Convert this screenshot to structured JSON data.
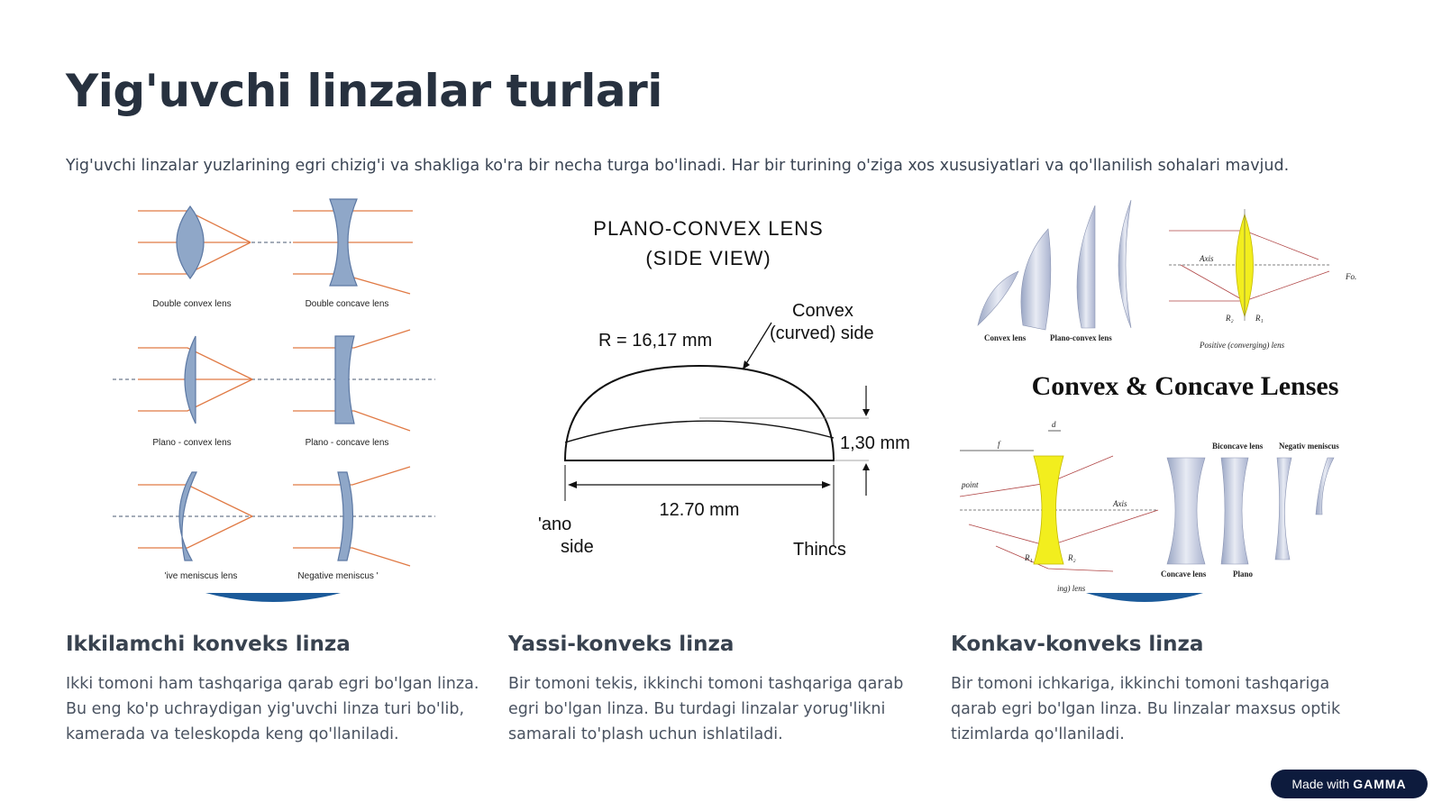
{
  "page": {
    "title": "Yig'uvchi linzalar turlari",
    "subtitle": "Yig'uvchi linzalar yuzlarining egri chizig'i va shakliga ko'ra bir necha turga bo'linadi. Har bir turining o'ziga xos xususiyatlari va qo'llanilish sohalari mavjud."
  },
  "cards": [
    {
      "title": "Ikkilamchi konveks linza",
      "text": "Ikki tomoni ham tashqariga qarab egri bo'lgan linza. Bu eng ko'p uchraydigan yig'uvchi linza turi bo'lib, kamerada va teleskopda keng qo'llaniladi.",
      "figure_labels": {
        "double_convex": "Double convex lens",
        "double_concave": "Double concave lens",
        "plano_convex": "Plano - convex lens",
        "plano_concave": "Plano - concave lens",
        "positive_meniscus": "'ive meniscus lens",
        "negative_meniscus": "Negative meniscus '"
      }
    },
    {
      "title": "Yassi-konveks linza",
      "text": "Bir tomoni tekis, ikkinchi tomoni tashqariga qarab egri bo'lgan linza. Bu turdagi linzalar yorug'likni samarali to'plash uchun ishlatiladi.",
      "figure_labels": {
        "heading_line1": "PLANO-CONVEX LENS",
        "heading_line2": "(SIDE VIEW)",
        "radius": "R = 16,17 mm",
        "convex_line1": "Convex",
        "convex_line2": "(curved) side",
        "thickness": "1,30 mm",
        "diameter": "12.70 mm",
        "plano_line1": "'ano",
        "plano_line2": "side",
        "thin": "Thincs"
      }
    },
    {
      "title": "Konkav-konveks linza",
      "text": "Bir tomoni ichkariga, ikkinchi tomoni tashqariga qarab egri bo'lgan linza. Bu linzalar maxsus optik tizimlarda qo'llaniladi.",
      "figure_labels": {
        "heading": "Convex & Concave Lenses",
        "convex_lens": "Convex lens",
        "plano_convex_lens": "Plano-convex lens",
        "positive_lens": "Positive (converging) lens",
        "axis_top": "Axis",
        "fo": "Fo.",
        "r2_top": "R₂",
        "r1_top": "R₁",
        "biconcave": "Biconcave lens",
        "neg_meniscus": "Negativ meniscus",
        "f_label": "f",
        "d_label": "d",
        "point": "point",
        "axis_bottom": "Axis",
        "r1_bottom": "R₁",
        "r2_bottom": "R₂",
        "concave_lens": "Concave lens",
        "plano_label": "Plano",
        "diverging_lens": "ing) lens"
      }
    }
  ],
  "badge": {
    "made_with": "Made with",
    "brand": "GAMMA"
  },
  "colors": {
    "lens_blue": "#8fa7c8",
    "ray_orange": "#e07a45",
    "lens_yellow": "#f2ee1e",
    "accent_navy": "#0d1b3d",
    "arc_blue": "#1b5a9a"
  }
}
